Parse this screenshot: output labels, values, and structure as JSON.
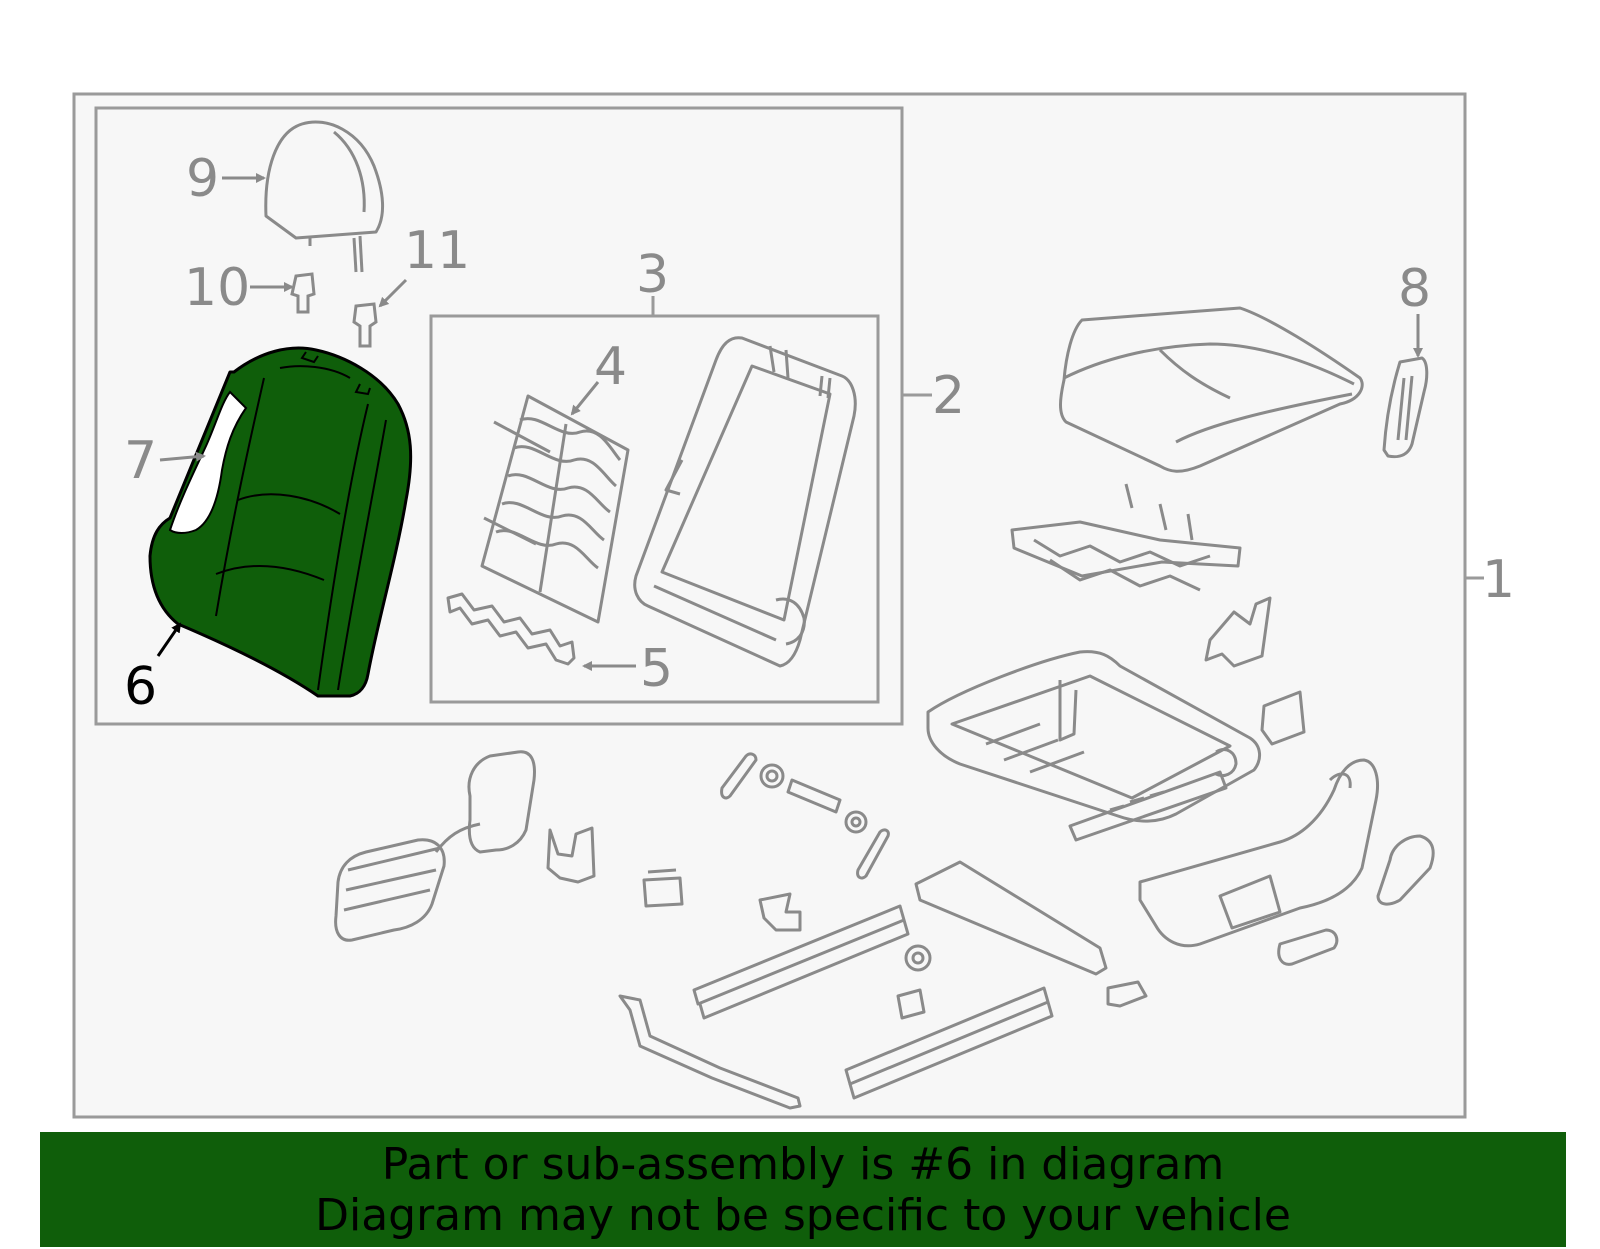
{
  "callouts": {
    "c1": "1",
    "c2": "2",
    "c3": "3",
    "c4": "4",
    "c5": "5",
    "c6": "6",
    "c7": "7",
    "c8": "8",
    "c9": "9",
    "c10": "10",
    "c11": "11"
  },
  "highlighted_part": "6",
  "caption": {
    "line1": "Part or sub-assembly is #6 in diagram",
    "line2": "Diagram may not be specific to your vehicle"
  },
  "colors": {
    "highlight": "#0f5e0a",
    "line": "#8a8a8a",
    "diagram_background": "#f7f7f7",
    "banner": "#0f5e0a"
  }
}
